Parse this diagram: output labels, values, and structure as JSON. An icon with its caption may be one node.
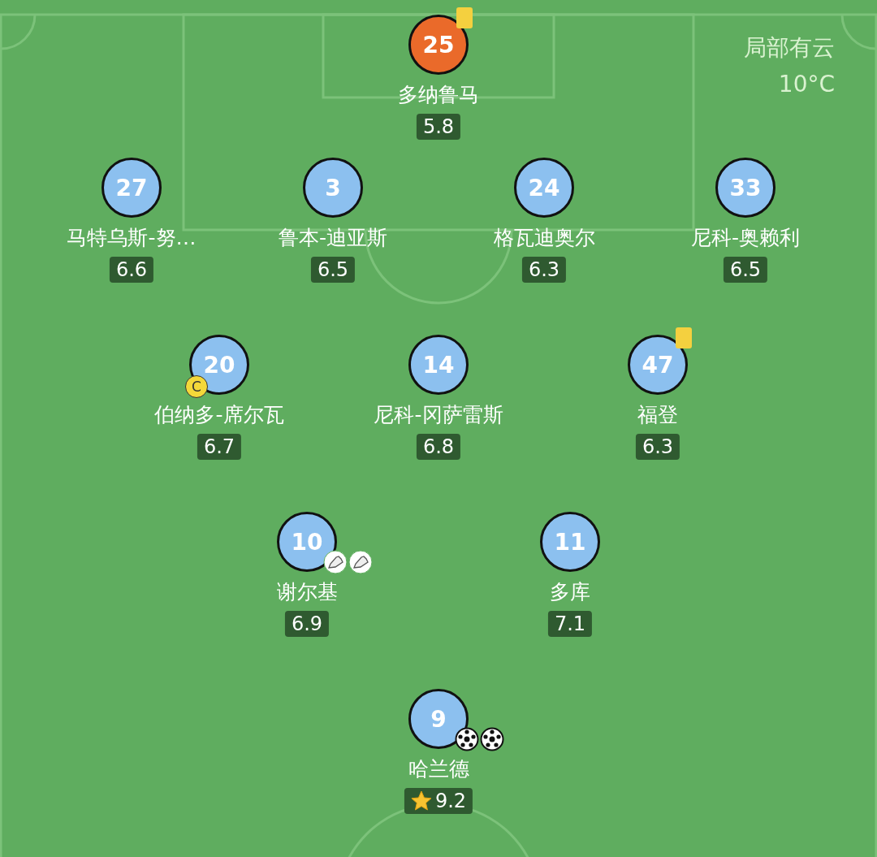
{
  "diagram": {
    "nodes": [
      {
        "text": [
          "25",
          "多纳鲁马",
          "5.8"
        ]
      },
      {
        "text": [
          "27",
          "马特乌斯-努…",
          "6.6"
        ]
      },
      {
        "text": [
          "3",
          "鲁本-迪亚斯",
          "6.5"
        ]
      },
      {
        "text": [
          "24",
          "格瓦迪奥尔",
          "6.3"
        ]
      },
      {
        "text": [
          "33",
          "尼科-奥赖利",
          "6.5"
        ]
      },
      {
        "text": [
          "20",
          "C",
          "伯纳多-席尔瓦",
          "6.7"
        ]
      },
      {
        "text": [
          "14",
          "尼科-冈萨雷斯",
          "6.8"
        ]
      },
      {
        "text": [
          "47",
          "福登",
          "6.3"
        ]
      },
      {
        "text": [
          "10",
          "谢尔基",
          "6.9"
        ]
      },
      {
        "text": [
          "11",
          "多库",
          "7.1"
        ]
      },
      {
        "text": [
          "9",
          "哈兰德",
          "9.2"
        ]
      }
    ],
    "labels": [
      "局部有云",
      "10°C"
    ]
  }
}
